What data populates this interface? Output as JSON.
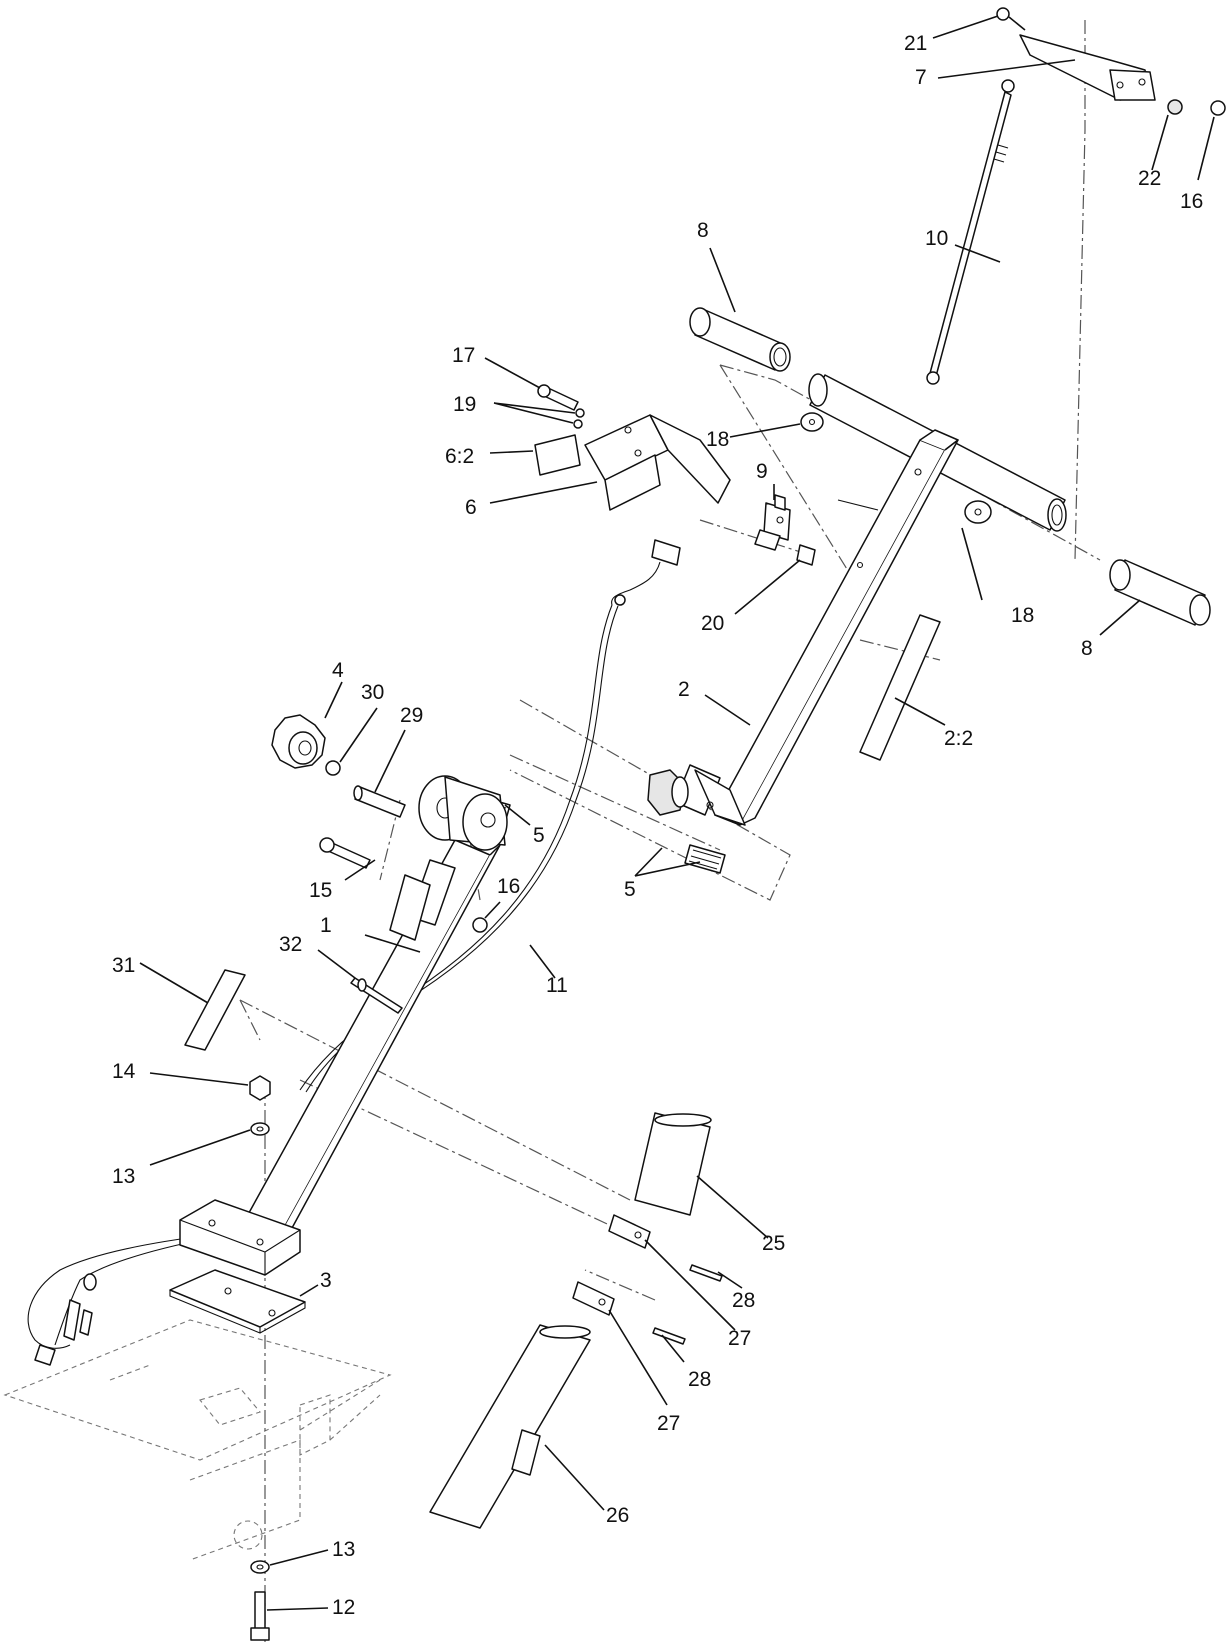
{
  "diagram": {
    "callouts": {
      "c21": "21",
      "c7": "7",
      "c22": "22",
      "c16a": "16",
      "c10": "10",
      "c8a": "8",
      "c17": "17",
      "c19": "19",
      "c18a": "18",
      "c6_2": "6:2",
      "c9": "9",
      "c6": "6",
      "c18b": "18",
      "c20": "20",
      "c8b": "8",
      "c2": "2",
      "c2_2": "2:2",
      "c4": "4",
      "c30": "30",
      "c29": "29",
      "c5a": "5",
      "c5b": "5",
      "c15": "15",
      "c16b": "16",
      "c1": "1",
      "c32": "32",
      "c11": "11",
      "c31": "31",
      "c14": "14",
      "c13a": "13",
      "c25": "25",
      "c3": "3",
      "c28a": "28",
      "c27a": "27",
      "c28b": "28",
      "c27b": "27",
      "c26": "26",
      "c13b": "13",
      "c12": "12"
    }
  }
}
